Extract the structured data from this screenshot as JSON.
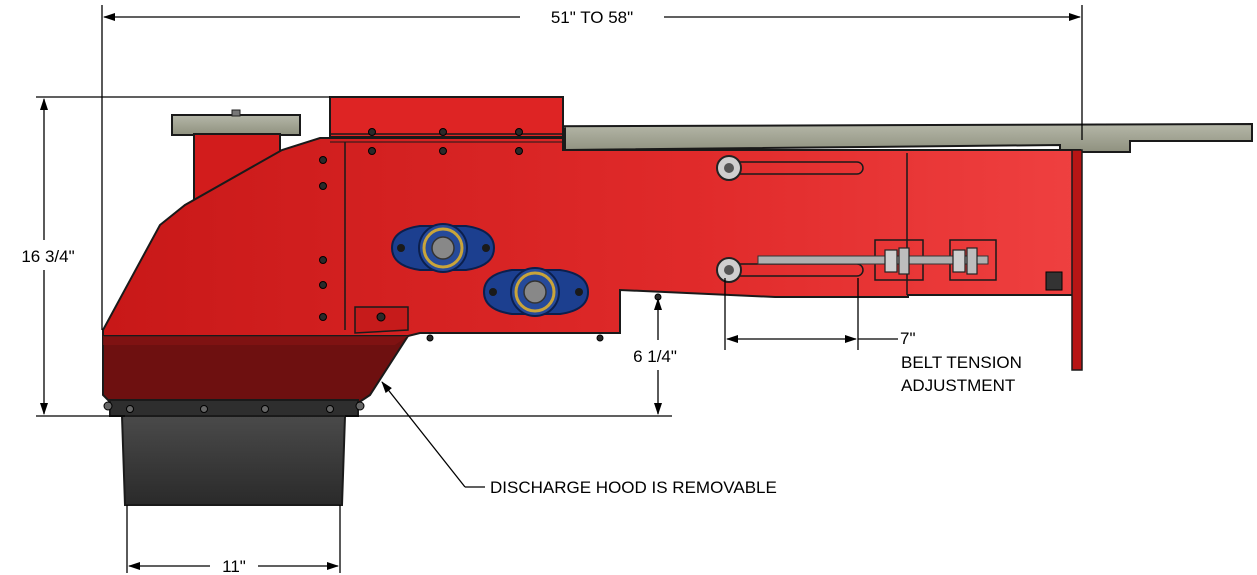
{
  "diagram": {
    "type": "technical-drawing",
    "subject": "",
    "colors": {
      "body_red": "#d91f1f",
      "body_red_light": "#ec3a3a",
      "body_red_dark": "#9e1a1a",
      "hood_dark": "#3a3a3a",
      "plate_gray": "#a6a89a",
      "bearing_blue": "#1c3f8f",
      "bearing_gold": "#c9a43a"
    },
    "dimensions": {
      "overall_length": "51\" TO 58\"",
      "overall_height": "16 3/4\"",
      "discharge_height": "6 1/4\"",
      "hood_width": "11\"",
      "tension_travel": "7\""
    },
    "labels": {
      "belt_tension_line1": "BELT TENSION",
      "belt_tension_line2": "ADJUSTMENT",
      "discharge_hood": "DISCHARGE HOOD IS REMOVABLE"
    }
  }
}
